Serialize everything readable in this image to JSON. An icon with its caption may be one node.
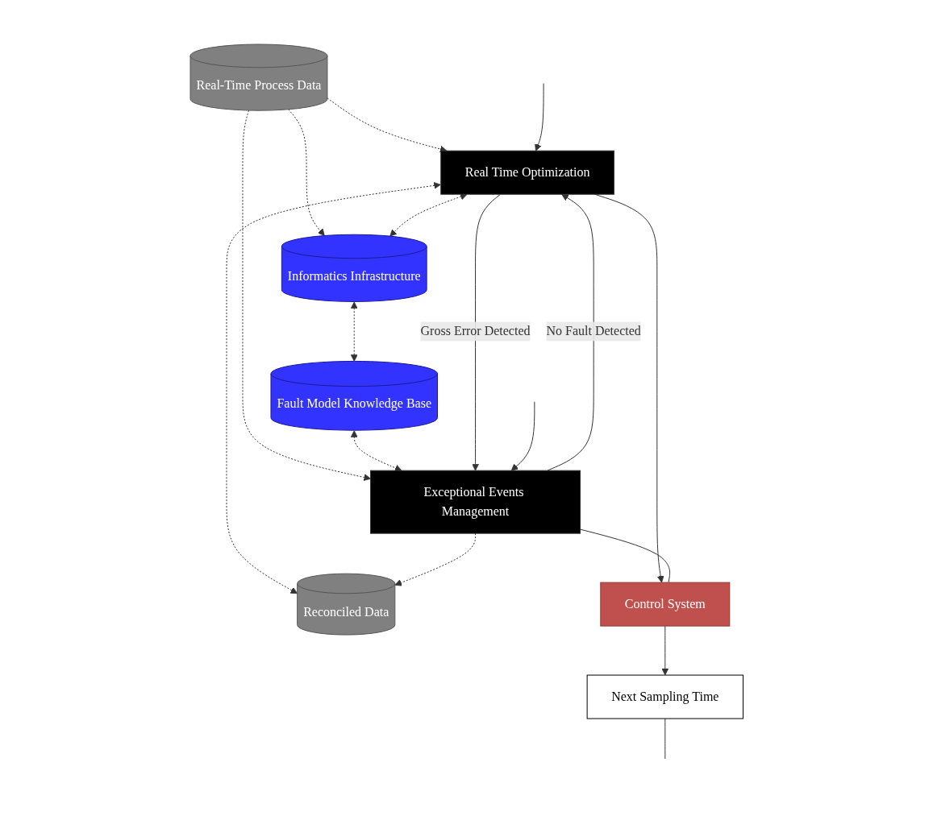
{
  "diagram": {
    "nodes": [
      {
        "text": [
          "Real-Time Process Data"
        ]
      },
      {
        "text": [
          "Informatics Infrastructure"
        ]
      },
      {
        "text": [
          "Fault Model Knowledge Base"
        ]
      },
      {
        "text": [
          "Real Time Optimization"
        ]
      },
      {
        "text": [
          "Exceptional Events Management"
        ]
      },
      {
        "text": [
          "Reconciled Data"
        ]
      },
      {
        "text": [
          "Control System"
        ]
      },
      {
        "text": [
          "Next Sampling Time"
        ]
      }
    ],
    "edges": [
      {
        "from": 0,
        "to": 3,
        "arrow": "to",
        "style": "dashed"
      },
      {
        "from": 0,
        "to": 1,
        "arrow": "to",
        "style": "dashed"
      },
      {
        "from": 0,
        "to": 4,
        "arrow": "to",
        "style": "dashed"
      },
      {
        "from": 3,
        "to": 1,
        "arrow": "both",
        "style": "dashed"
      },
      {
        "from": 1,
        "to": 2,
        "arrow": "both",
        "style": "dashed"
      },
      {
        "from": 2,
        "to": 4,
        "arrow": "both",
        "style": "dashed"
      },
      {
        "from": 3,
        "to": 5,
        "arrow": "both",
        "style": "dashed"
      },
      {
        "from": 4,
        "to": 5,
        "arrow": "to",
        "style": "dashed"
      },
      {
        "from": 3,
        "to": 4,
        "arrow": "to",
        "label": "Gross Error Detected"
      },
      {
        "from": 4,
        "to": 3,
        "arrow": "to",
        "label": "No Fault Detected"
      },
      {
        "from": 3,
        "to": 6,
        "arrow": "to"
      },
      {
        "from": 4,
        "to": 6,
        "arrow": "none"
      },
      {
        "from": 6,
        "to": 7,
        "arrow": "to"
      },
      {
        "from": 7,
        "to": null,
        "arrow": "none"
      },
      {
        "from": null,
        "to": 3,
        "arrow": "to"
      },
      {
        "from": null,
        "to": 4,
        "arrow": "to"
      }
    ]
  }
}
